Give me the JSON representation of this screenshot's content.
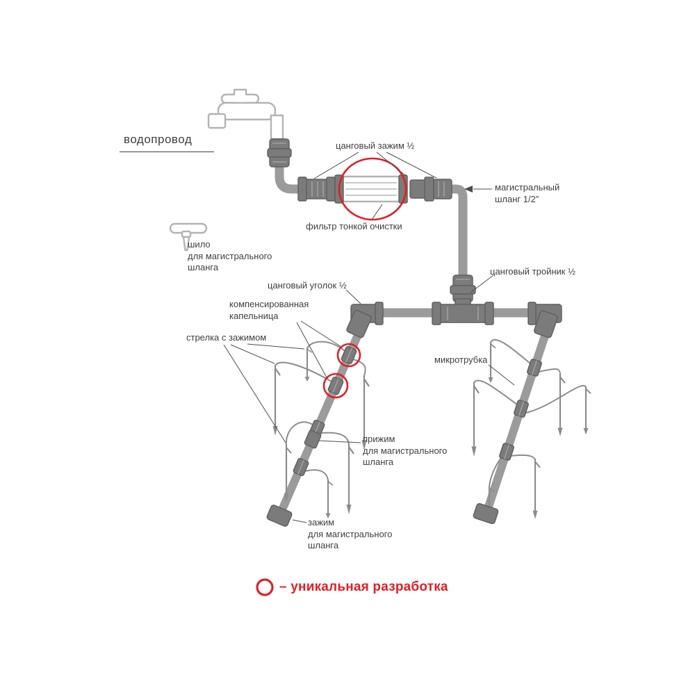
{
  "labels": {
    "water_supply": "водопровод",
    "collet_clamp": "цанговый зажим ½",
    "main_hose": [
      "магистральный",
      "шланг 1/2”"
    ],
    "fine_filter": "фильтр тонкой очистки",
    "awl": [
      "шило",
      "для магистрального",
      "шланга"
    ],
    "collet_elbow": "цанговый уголок ½",
    "collet_tee": "цанговый тройник ½",
    "compensated_dripper": [
      "компенсированная",
      "капельница"
    ],
    "arrow_with_clamp": "стрелка с зажимом",
    "microtube": "микротрубка",
    "hose_holder": [
      "прижим",
      "для магистрального",
      "шланга"
    ],
    "hose_clamp": [
      "зажим",
      "для магистрального",
      "шланга"
    ],
    "legend_note": "– уникальная разработка"
  },
  "colors": {
    "pipe": "#9b9b9b",
    "fitting": "#7b7b7b",
    "fitting_dark": "#5f5f5f",
    "outline": "#b3b3b3",
    "micro": "#8c8c8c",
    "text": "#3f3f3f",
    "accent_red": "#e31e24",
    "leader": "#4d4d4d"
  }
}
